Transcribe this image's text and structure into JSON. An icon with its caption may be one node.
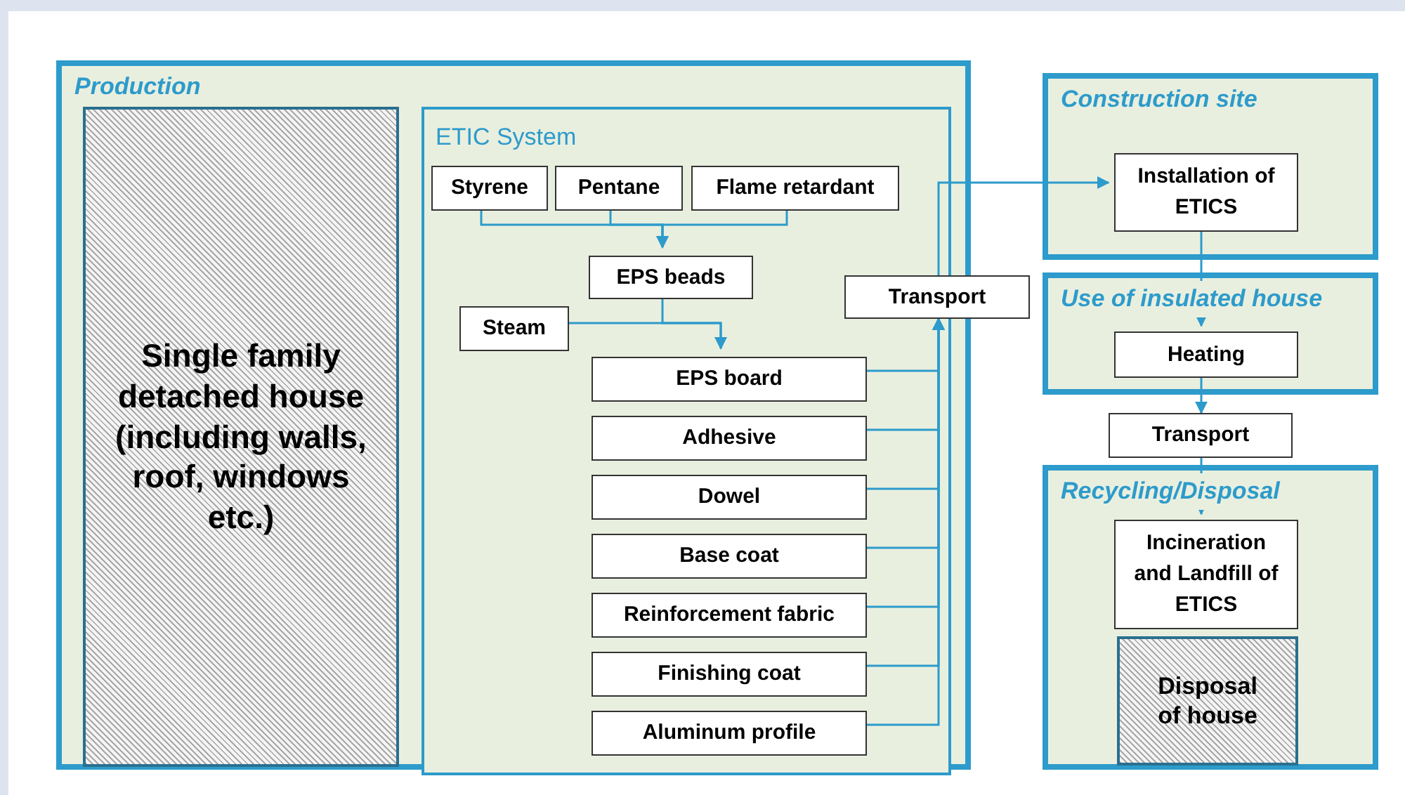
{
  "diagram": {
    "nodes": [
      {
        "text": [
          "Production"
        ]
      },
      {
        "text": [
          "Single family detached house (including walls, roof, windows etc.)"
        ],
        "in": 0
      },
      {
        "text": [
          "ETIC System"
        ],
        "in": 0
      },
      {
        "text": [
          "Styrene"
        ],
        "in": 2
      },
      {
        "text": [
          "Pentane"
        ],
        "in": 2
      },
      {
        "text": [
          "Flame retardant"
        ],
        "in": 2
      },
      {
        "text": [
          "EPS beads"
        ],
        "in": 2
      },
      {
        "text": [
          "Steam"
        ],
        "in": 2
      },
      {
        "text": [
          "EPS board"
        ],
        "in": 2
      },
      {
        "text": [
          "Adhesive"
        ],
        "in": 2
      },
      {
        "text": [
          "Dowel"
        ],
        "in": 2
      },
      {
        "text": [
          "Base coat"
        ],
        "in": 2
      },
      {
        "text": [
          "Reinforcement fabric"
        ],
        "in": 2
      },
      {
        "text": [
          "Finishing coat"
        ],
        "in": 2
      },
      {
        "text": [
          "Aluminum profile"
        ],
        "in": 2
      },
      {
        "text": [
          "Transport"
        ]
      },
      {
        "text": [
          "Construction site"
        ]
      },
      {
        "text": [
          "Installation of ETICS"
        ],
        "in": 16
      },
      {
        "text": [
          "Use of insulated house"
        ]
      },
      {
        "text": [
          "Heating"
        ],
        "in": 18
      },
      {
        "text": [
          "Transport"
        ]
      },
      {
        "text": [
          "Recycling/Disposal"
        ]
      },
      {
        "text": [
          "Incineration and Landfill of ETICS"
        ],
        "in": 21
      },
      {
        "text": [
          "Disposal of house"
        ],
        "in": 21
      }
    ],
    "edges": [
      {
        "from": 3,
        "to": 6,
        "arrow": "to"
      },
      {
        "from": 4,
        "to": 6,
        "arrow": "to"
      },
      {
        "from": 5,
        "to": 6,
        "arrow": "to"
      },
      {
        "from": 6,
        "to": 8,
        "arrow": "to"
      },
      {
        "from": 7,
        "to": 8,
        "arrow": "to"
      },
      {
        "from": 8,
        "to": 15,
        "arrow": "to"
      },
      {
        "from": 9,
        "to": 15,
        "arrow": "to"
      },
      {
        "from": 10,
        "to": 15,
        "arrow": "to"
      },
      {
        "from": 11,
        "to": 15,
        "arrow": "to"
      },
      {
        "from": 12,
        "to": 15,
        "arrow": "to"
      },
      {
        "from": 13,
        "to": 15,
        "arrow": "to"
      },
      {
        "from": 14,
        "to": 15,
        "arrow": "to"
      },
      {
        "from": 15,
        "to": 17,
        "arrow": "to"
      },
      {
        "from": 17,
        "to": 19,
        "arrow": "to"
      },
      {
        "from": 19,
        "to": 20,
        "arrow": "to"
      },
      {
        "from": 20,
        "to": 22,
        "arrow": "to"
      }
    ]
  }
}
